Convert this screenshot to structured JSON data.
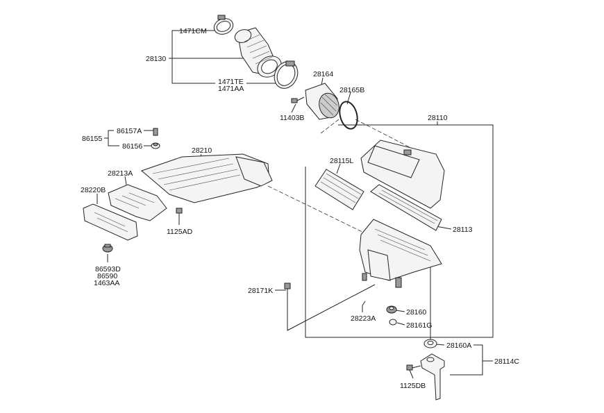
{
  "labels": {
    "p1471CM": "1471CM",
    "p28130": "28130",
    "p1471TE": "1471TE",
    "p1471AA": "1471AA",
    "p28164": "28164",
    "p28165B": "28165B",
    "p11403B": "11403B",
    "p28110": "28110",
    "p86157A": "86157A",
    "p86155": "86155",
    "p86156": "86156",
    "p28210": "28210",
    "p28213A": "28213A",
    "p28115L": "28115L",
    "p28220B": "28220B",
    "p28113": "28113",
    "p1125AD": "1125AD",
    "p86593D": "86593D",
    "p86590": "86590",
    "p1463AA": "1463AA",
    "p28171K": "28171K",
    "p28160": "28160",
    "p28223A": "28223A",
    "p28161G": "28161G",
    "p28160A": "28160A",
    "p28114C": "28114C",
    "p1125DB": "1125DB"
  }
}
